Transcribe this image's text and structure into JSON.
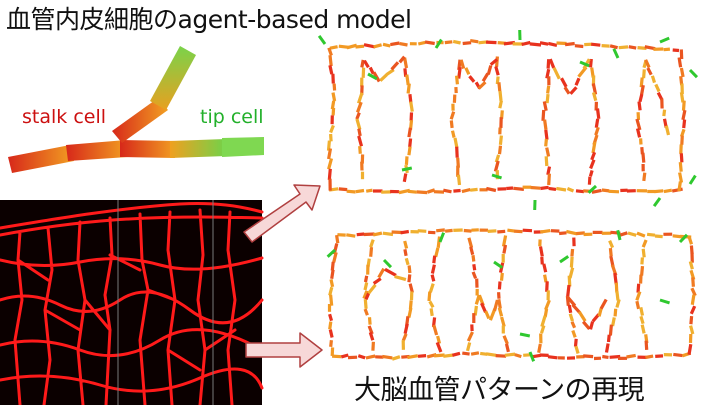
{
  "title": "血管内皮細胞のagent-based model",
  "labels": {
    "stalk": "stalk cell",
    "tip": "tip cell"
  },
  "caption": "大脳血管パターンの再現",
  "colors": {
    "stalk": "#cc1010",
    "tip": "#22b02a",
    "vessel": "#ff1a1a",
    "arrow_fill": "#f7d8d8",
    "arrow_stroke": "#b04040"
  }
}
